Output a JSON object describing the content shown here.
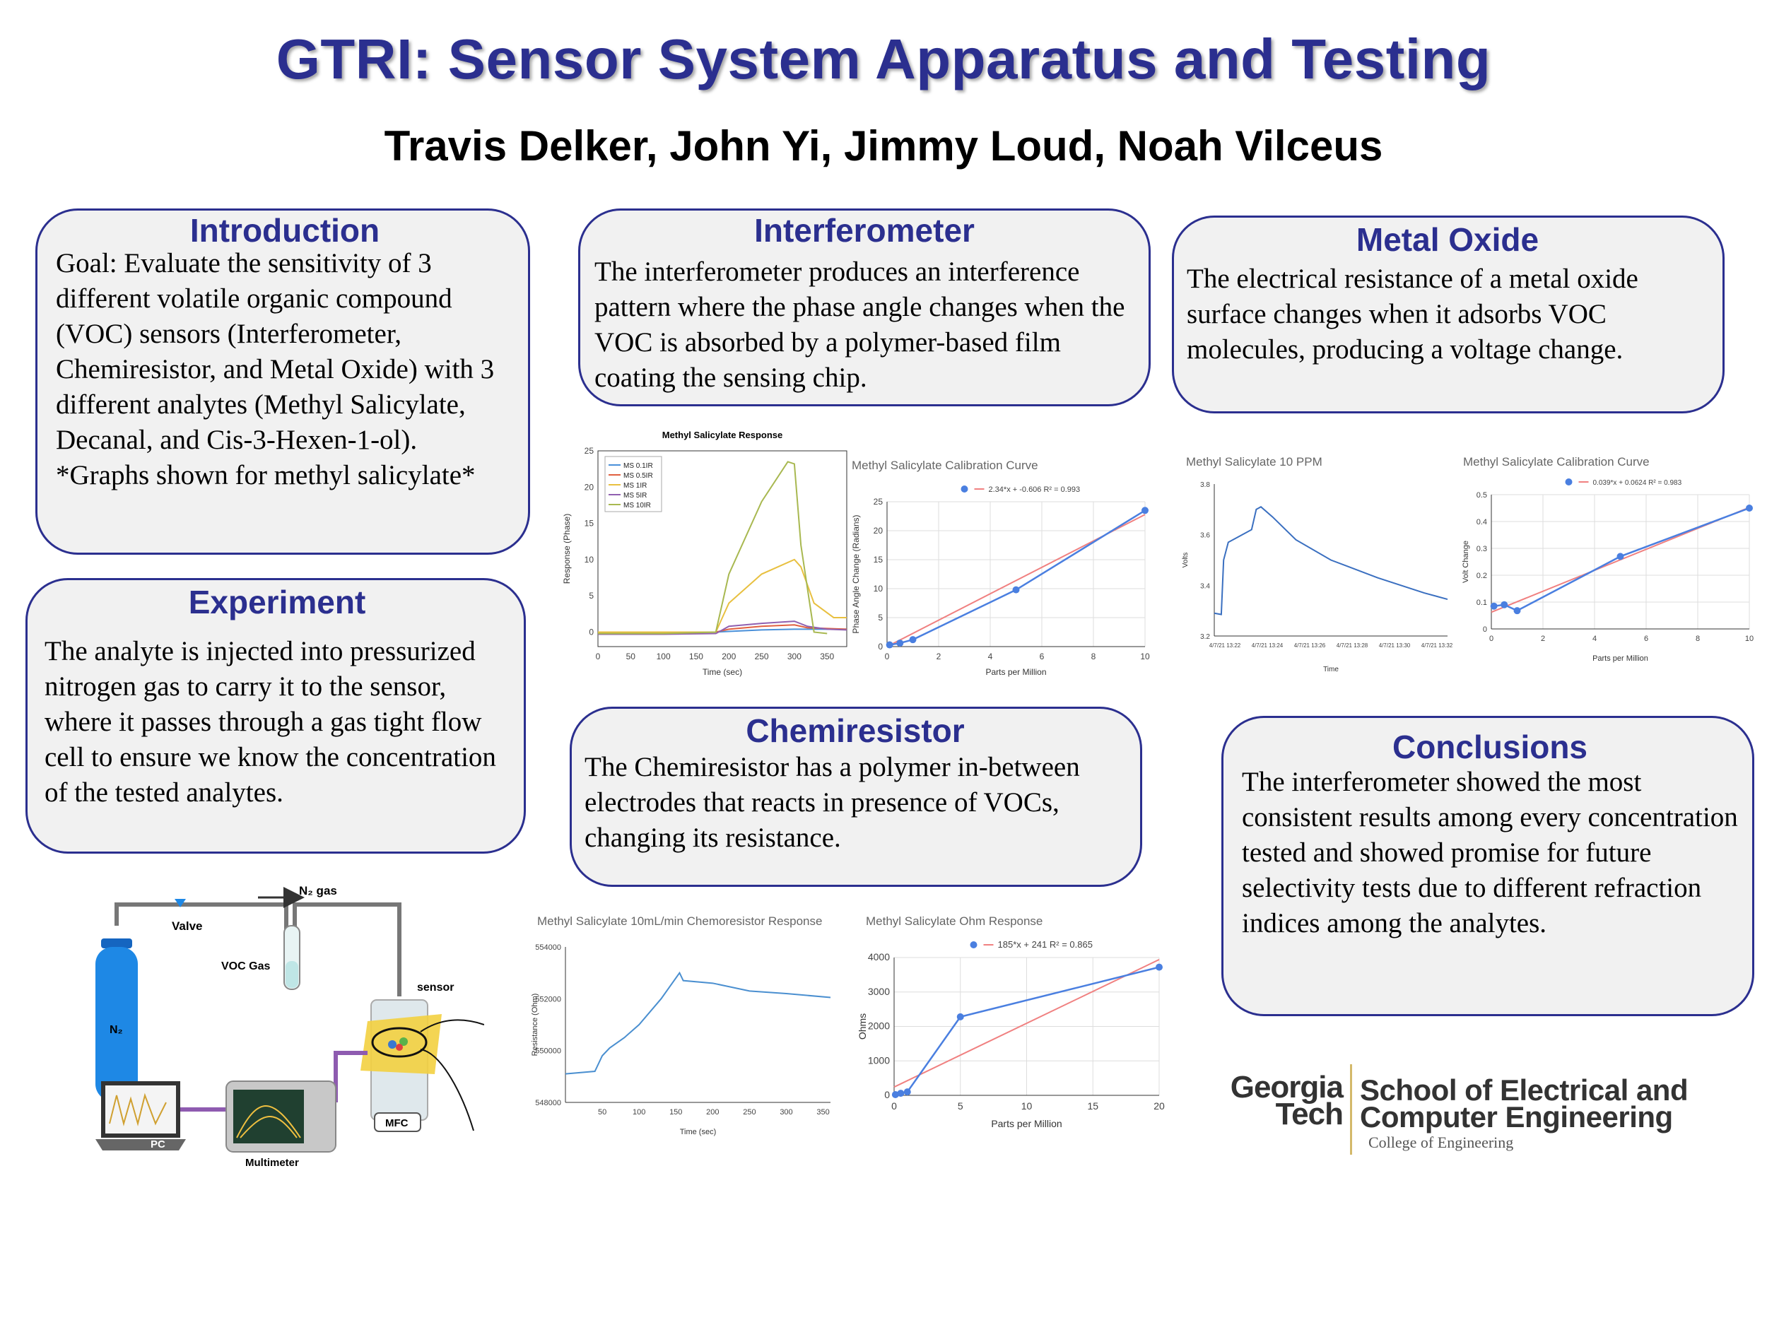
{
  "title": "GTRI: Sensor System Apparatus and Testing",
  "authors": "Travis Delker, John Yi, Jimmy Loud, Noah Vilceus",
  "sections": {
    "introduction": {
      "heading": "Introduction",
      "body": "Goal: Evaluate the sensitivity of 3 different volatile organic compound (VOC) sensors (Interferometer, Chemiresistor, and Metal Oxide) with 3 different analytes (Methyl Salicylate, Decanal, and Cis-3-Hexen-1-ol).",
      "note": "*Graphs shown for methyl salicylate*"
    },
    "interferometer": {
      "heading": "Interferometer",
      "body": "The interferometer produces an interference pattern where the phase angle changes when the VOC is absorbed by a polymer-based film coating the sensing chip."
    },
    "metal_oxide": {
      "heading": "Metal Oxide",
      "body": "The electrical resistance of a metal oxide surface changes when it adsorbs VOC molecules, producing a voltage change."
    },
    "experiment": {
      "heading": "Experiment",
      "body": "The analyte is injected into pressurized nitrogen gas to carry it to the sensor, where it passes through a gas tight flow cell to ensure we know the concentration of the tested analytes."
    },
    "chemiresistor": {
      "heading": "Chemiresistor",
      "body": "The Chemiresistor has a polymer in-between electrodes that reacts in presence of VOCs, changing its resistance."
    },
    "conclusions": {
      "heading": "Conclusions",
      "body": "The interferometer showed the most consistent results among every concentration tested and showed promise for future selectivity tests due to different refraction indices among the analytes."
    }
  },
  "diagram": {
    "labels": {
      "n2_gas": "N₂ gas",
      "valve": "Valve",
      "voc_gas": "VOC Gas",
      "n2": "N₂",
      "sensor": "sensor",
      "mfc": "MFC",
      "pc": "PC",
      "multimeter": "Multimeter"
    },
    "colors": {
      "cylinder": "#1e88e5",
      "wire": "#8e5bb0",
      "line": "#777777"
    }
  },
  "logo": {
    "gt_line1": "Georgia",
    "gt_line2": "Tech",
    "school_line1": "School of Electrical and",
    "school_line2": "Computer Engineering",
    "college": "College of Engineering"
  },
  "chart_data": [
    {
      "id": "interf-response",
      "type": "line",
      "title": "Methyl Salicylate Response",
      "xlabel": "Time (sec)",
      "ylabel": "Response (Phase)",
      "xlim": [
        0,
        380
      ],
      "ylim": [
        -2,
        25
      ],
      "xticks": [
        0,
        50,
        100,
        150,
        200,
        250,
        300,
        350
      ],
      "yticks": [
        0,
        5,
        10,
        15,
        20,
        25
      ],
      "grid": false,
      "legend": "top-left",
      "series": [
        {
          "name": "MS 0.1IR",
          "color": "#4a90d9",
          "x": [
            0,
            100,
            180,
            200,
            250,
            300,
            320,
            350,
            380
          ],
          "y": [
            0,
            0,
            0,
            0.1,
            0.3,
            0.4,
            0.4,
            0.4,
            0.4
          ]
        },
        {
          "name": "MS 0.5IR",
          "color": "#e06040",
          "x": [
            0,
            100,
            180,
            200,
            250,
            300,
            320,
            350,
            380
          ],
          "y": [
            0,
            0,
            0,
            0.4,
            0.8,
            1.0,
            0.6,
            0.5,
            0.4
          ]
        },
        {
          "name": "MS 1IR",
          "color": "#e8c040",
          "x": [
            0,
            100,
            180,
            200,
            250,
            300,
            310,
            330,
            360,
            380
          ],
          "y": [
            0,
            0,
            0,
            4,
            8,
            10,
            9,
            4,
            2,
            2
          ]
        },
        {
          "name": "MS 5IR",
          "color": "#9060b0",
          "x": [
            0,
            100,
            180,
            200,
            250,
            300,
            320,
            350,
            380
          ],
          "y": [
            -0.3,
            -0.3,
            -0.2,
            0.8,
            1.2,
            1.5,
            0.8,
            0.4,
            0.3
          ]
        },
        {
          "name": "MS 10IR",
          "color": "#a8b850",
          "x": [
            0,
            100,
            180,
            200,
            250,
            290,
            300,
            310,
            330,
            350
          ],
          "y": [
            -0.2,
            -0.2,
            0,
            8,
            18,
            23.5,
            23.2,
            12,
            0,
            -0.2
          ]
        }
      ]
    },
    {
      "id": "interf-calibration",
      "type": "scatter",
      "title": "Methyl Salicylate Calibration Curve",
      "xlabel": "Parts per Million",
      "ylabel": "Phase Angle Change (Radians)",
      "xlim": [
        0,
        10
      ],
      "ylim": [
        0,
        25
      ],
      "xticks": [
        0,
        2,
        4,
        6,
        8,
        10
      ],
      "yticks": [
        0,
        5,
        10,
        15,
        20,
        25
      ],
      "grid": true,
      "legend": "top",
      "trendline_label": "2.34*x + -0.606 R² = 0.993",
      "trendline": {
        "slope": 2.34,
        "intercept": -0.606
      },
      "series": [
        {
          "name": "",
          "color": "#4a7fe0",
          "x": [
            0.1,
            0.5,
            1,
            5,
            10
          ],
          "y": [
            0.3,
            0.6,
            1.2,
            9.8,
            23.5
          ]
        }
      ]
    },
    {
      "id": "mox-response",
      "type": "line",
      "title": "Methyl Salicylate 10 PPM",
      "xlabel": "Time",
      "ylabel": "Volts",
      "xlim": [
        0,
        100
      ],
      "ylim": [
        3.2,
        3.8
      ],
      "xtick_labels": [
        "4/7/21 13:22",
        "4/7/21 13:24",
        "4/7/21 13:26",
        "4/7/21 13:28",
        "4/7/21 13:30",
        "4/7/21 13:32"
      ],
      "yticks": [
        3.2,
        3.4,
        3.6,
        3.8
      ],
      "grid": false,
      "series": [
        {
          "name": "",
          "color": "#3a6fc0",
          "x": [
            0,
            3,
            4,
            6,
            10,
            16,
            18,
            20,
            25,
            35,
            50,
            70,
            90,
            100
          ],
          "y": [
            3.29,
            3.285,
            3.5,
            3.57,
            3.59,
            3.62,
            3.7,
            3.71,
            3.67,
            3.58,
            3.5,
            3.43,
            3.37,
            3.345
          ]
        }
      ]
    },
    {
      "id": "mox-calibration",
      "type": "scatter",
      "title": "Methyl Salicylate Calibration Curve",
      "xlabel": "Parts per Million",
      "ylabel": "Volt Change",
      "xlim": [
        0,
        10
      ],
      "ylim": [
        0,
        0.5
      ],
      "xticks": [
        0,
        2,
        4,
        6,
        8,
        10
      ],
      "yticks": [
        0,
        0.1,
        0.2,
        0.3,
        0.4,
        0.5
      ],
      "grid": true,
      "legend": "top",
      "trendline_label": "0.039*x + 0.0624 R² = 0.983",
      "trendline": {
        "slope": 0.039,
        "intercept": 0.0624
      },
      "series": [
        {
          "name": "",
          "color": "#4a7fe0",
          "x": [
            0.1,
            0.5,
            1,
            5,
            10
          ],
          "y": [
            0.085,
            0.09,
            0.068,
            0.27,
            0.45
          ]
        }
      ]
    },
    {
      "id": "chemi-response",
      "type": "line",
      "title": "Methyl Salicylate 10mL/min Chemoresistor Response",
      "xlabel": "Time (sec)",
      "ylabel": "Resistance (Ohm)",
      "xlim": [
        0,
        360
      ],
      "ylim": [
        548000,
        554000
      ],
      "xticks": [
        50,
        100,
        150,
        200,
        250,
        300,
        350
      ],
      "yticks": [
        548000,
        550000,
        552000,
        554000
      ],
      "grid": false,
      "series": [
        {
          "name": "",
          "color": "#4a8fd0",
          "x": [
            0,
            40,
            50,
            60,
            80,
            100,
            130,
            150,
            155,
            160,
            200,
            250,
            300,
            360
          ],
          "y": [
            549100,
            549200,
            549800,
            550100,
            550500,
            551000,
            552000,
            552800,
            553000,
            552700,
            552600,
            552300,
            552200,
            552050
          ]
        }
      ]
    },
    {
      "id": "chemi-ohm",
      "type": "scatter",
      "title": "Methyl Salicylate Ohm Response",
      "xlabel": "Parts per Million",
      "ylabel": "Ohms",
      "xlim": [
        0,
        20
      ],
      "ylim": [
        0,
        4000
      ],
      "xticks": [
        0,
        5,
        10,
        15,
        20
      ],
      "yticks": [
        0,
        1000,
        2000,
        3000,
        4000
      ],
      "grid": true,
      "legend": "top",
      "trendline_label": "185*x + 241 R² = 0.865",
      "trendline": {
        "slope": 185,
        "intercept": 241
      },
      "series": [
        {
          "name": "",
          "color": "#4a7fe0",
          "x": [
            0.1,
            0.5,
            1,
            5,
            20
          ],
          "y": [
            20,
            60,
            100,
            2280,
            3720
          ]
        }
      ]
    }
  ]
}
